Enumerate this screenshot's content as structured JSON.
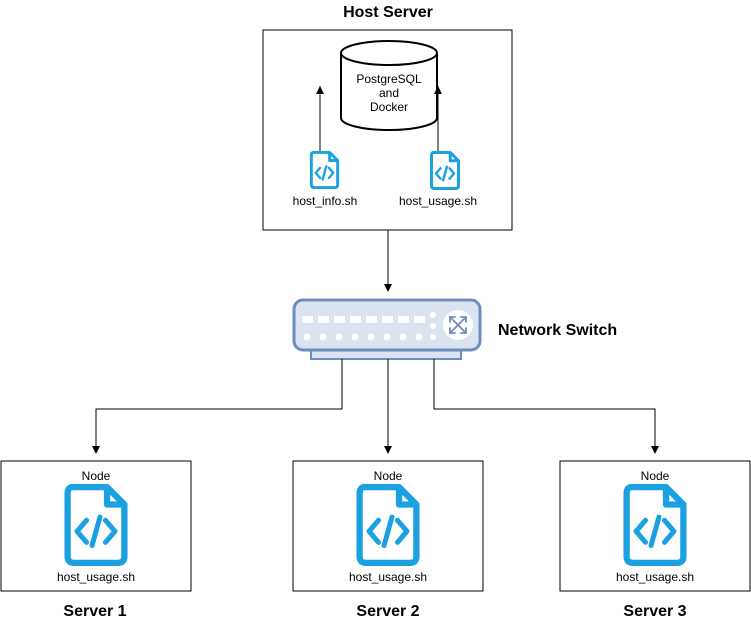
{
  "host": {
    "title": "Host Server",
    "db_label_lines": [
      "PostgreSQL",
      "and",
      "Docker"
    ],
    "scripts": [
      {
        "name": "host_info.sh",
        "icon": "script-file-icon"
      },
      {
        "name": "host_usage.sh",
        "icon": "script-file-icon"
      }
    ]
  },
  "network_switch": {
    "label": "Network Switch",
    "icon": "network-switch-icon"
  },
  "servers": [
    {
      "title": "Server 1",
      "node_label": "Node",
      "script": "host_usage.sh",
      "icon": "script-file-icon"
    },
    {
      "title": "Server 2",
      "node_label": "Node",
      "script": "host_usage.sh",
      "icon": "script-file-icon"
    },
    {
      "title": "Server 3",
      "node_label": "Node",
      "script": "host_usage.sh",
      "icon": "script-file-icon"
    }
  ],
  "colors": {
    "icon_blue": "#1BA1E2",
    "switch_fill": "#DAE3F0",
    "switch_stroke": "#6C8EBF",
    "line": "#000000"
  }
}
